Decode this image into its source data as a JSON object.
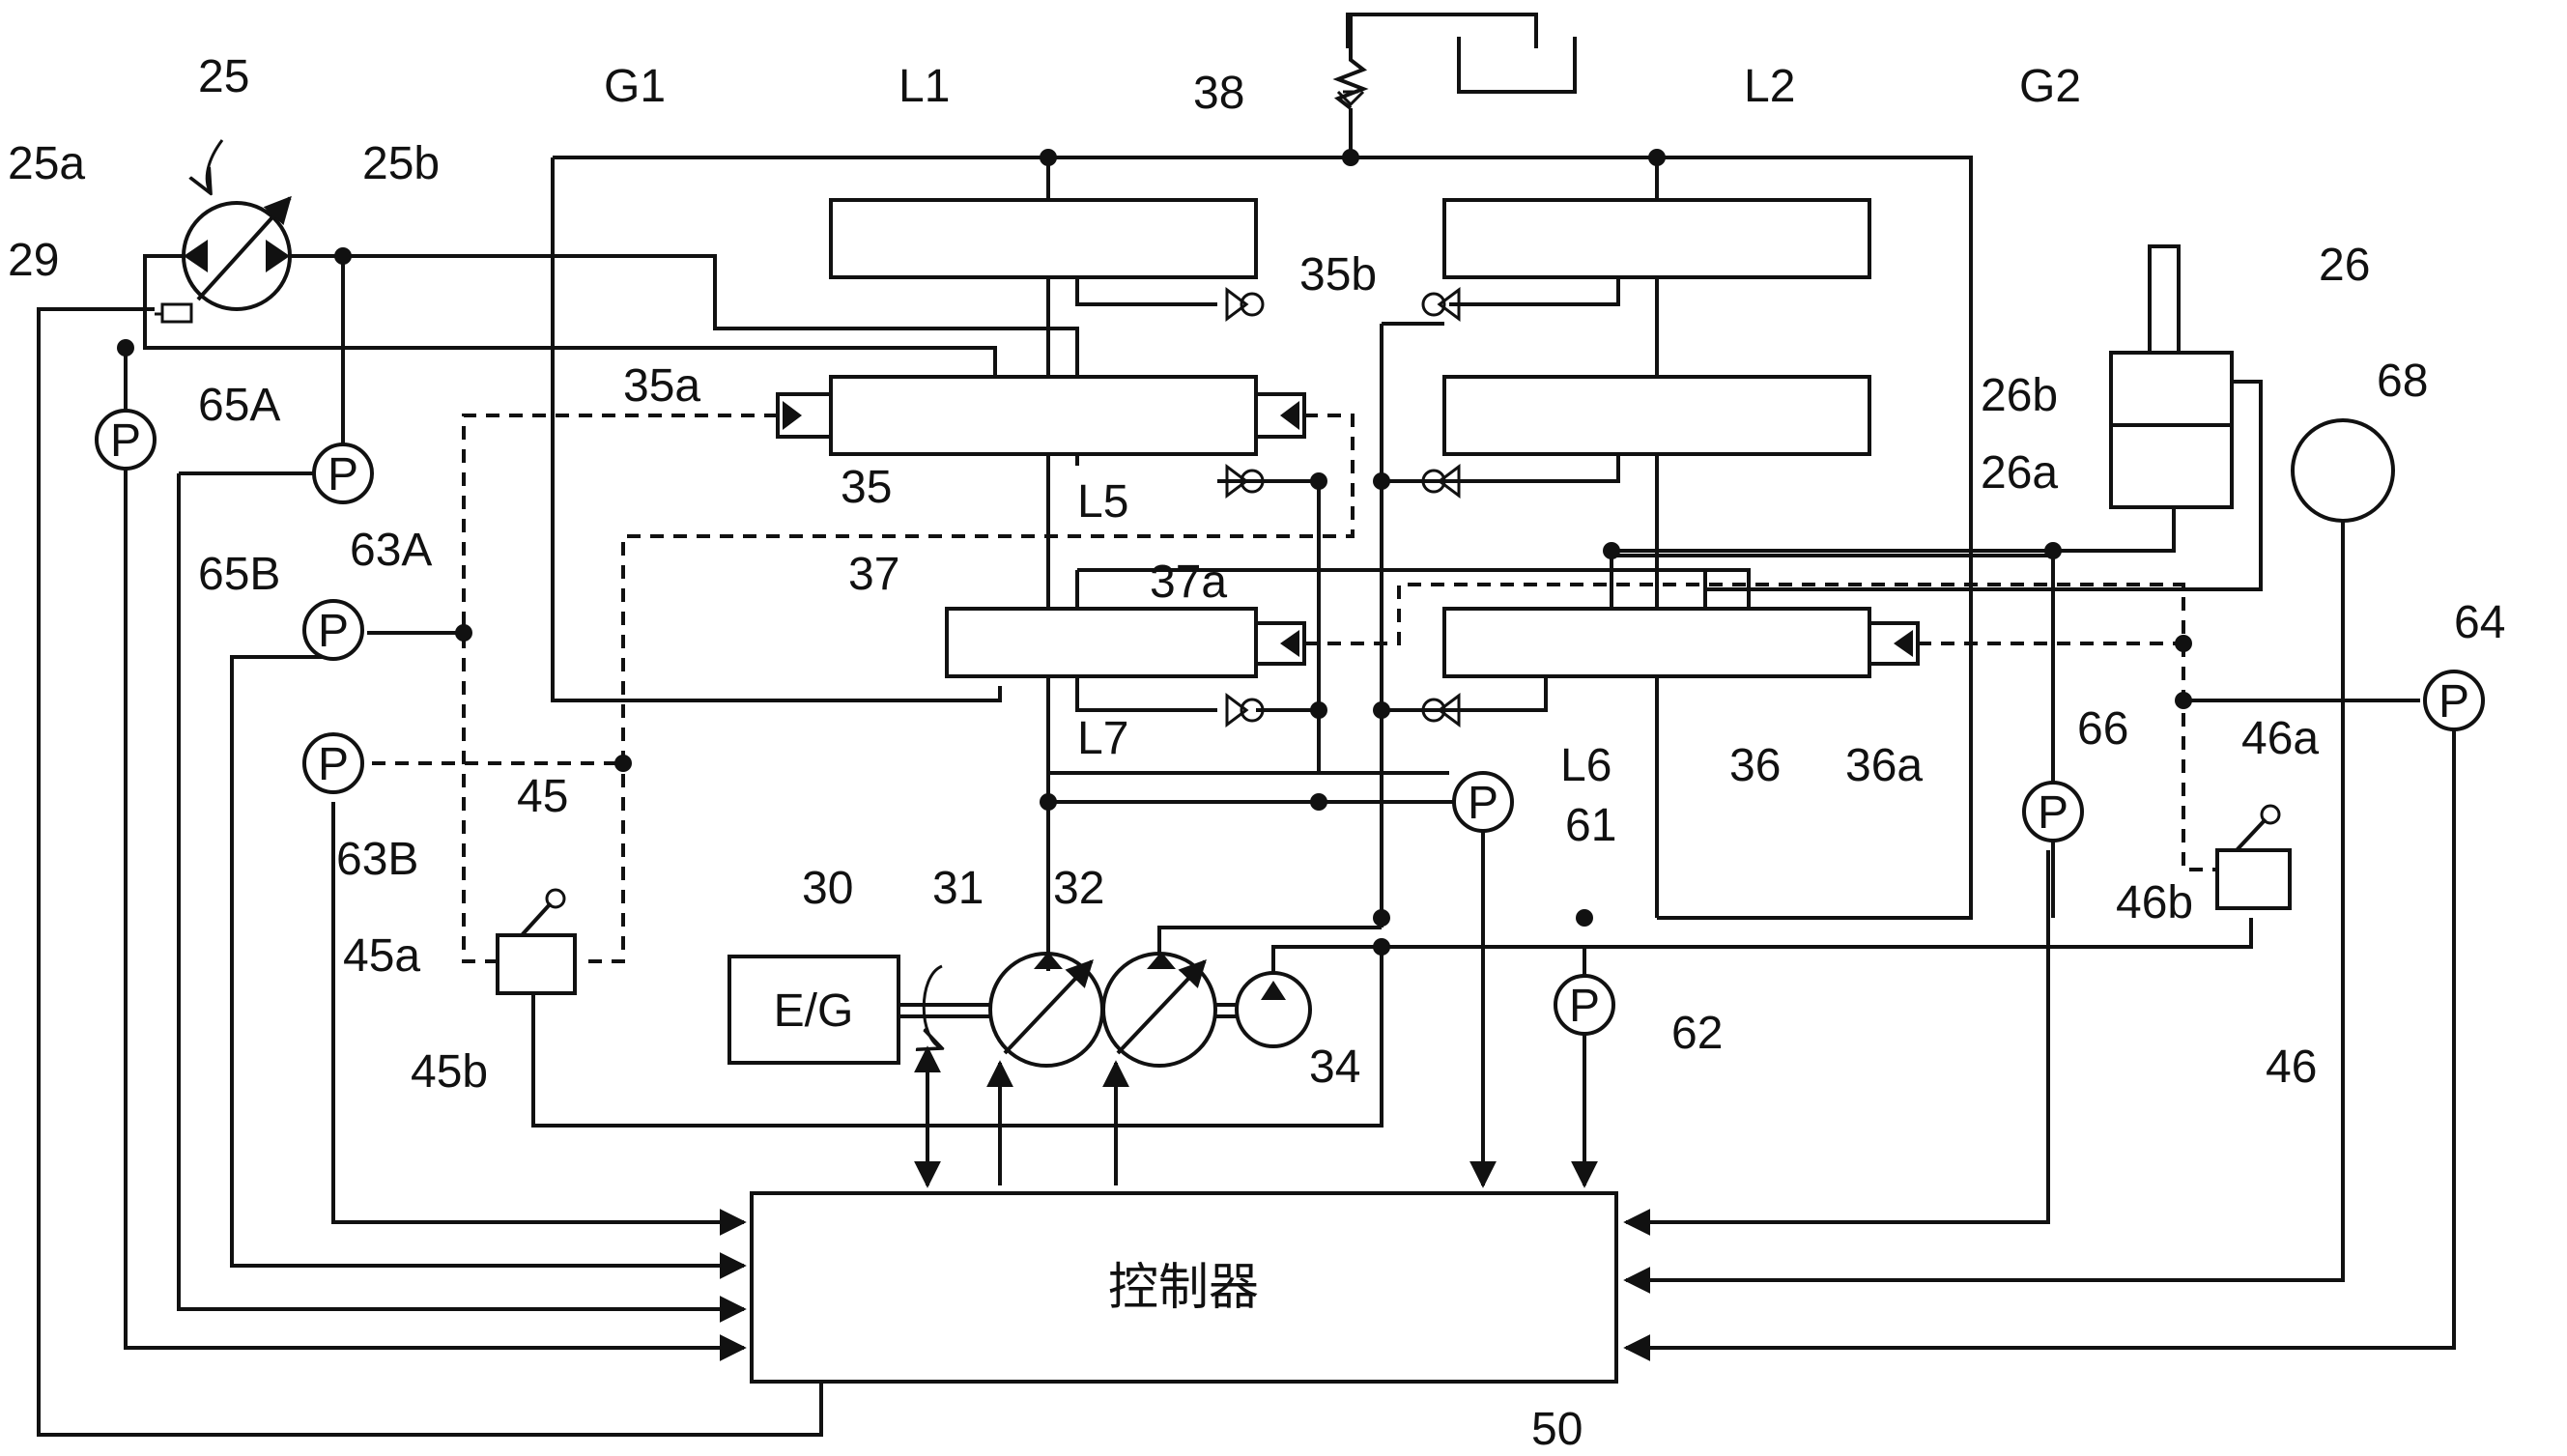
{
  "diagram": {
    "controller_label": "控制器",
    "engine_label": "E/G",
    "pressure_sensor_symbol": "P",
    "labels": {
      "n25": "25",
      "n25a": "25a",
      "n25b": "25b",
      "n29": "29",
      "g1": "G1",
      "g2": "G2",
      "l1": "L1",
      "l2": "L2",
      "n38": "38",
      "n26": "26",
      "n26a": "26a",
      "n26b": "26b",
      "n68": "68",
      "n64": "64",
      "n65A": "65A",
      "n65B": "65B",
      "n63A": "63A",
      "n63B": "63B",
      "n35": "35",
      "n35a": "35a",
      "n35b": "35b",
      "l5": "L5",
      "n37": "37",
      "n37a": "37a",
      "l7": "L7",
      "n36": "36",
      "n36a": "36a",
      "l6": "L6",
      "n61": "61",
      "n62": "62",
      "n66": "66",
      "n45": "45",
      "n45a": "45a",
      "n45b": "45b",
      "n46": "46",
      "n46a": "46a",
      "n46b": "46b",
      "n30": "30",
      "n31": "31",
      "n32": "32",
      "n34": "34",
      "n50": "50"
    }
  }
}
